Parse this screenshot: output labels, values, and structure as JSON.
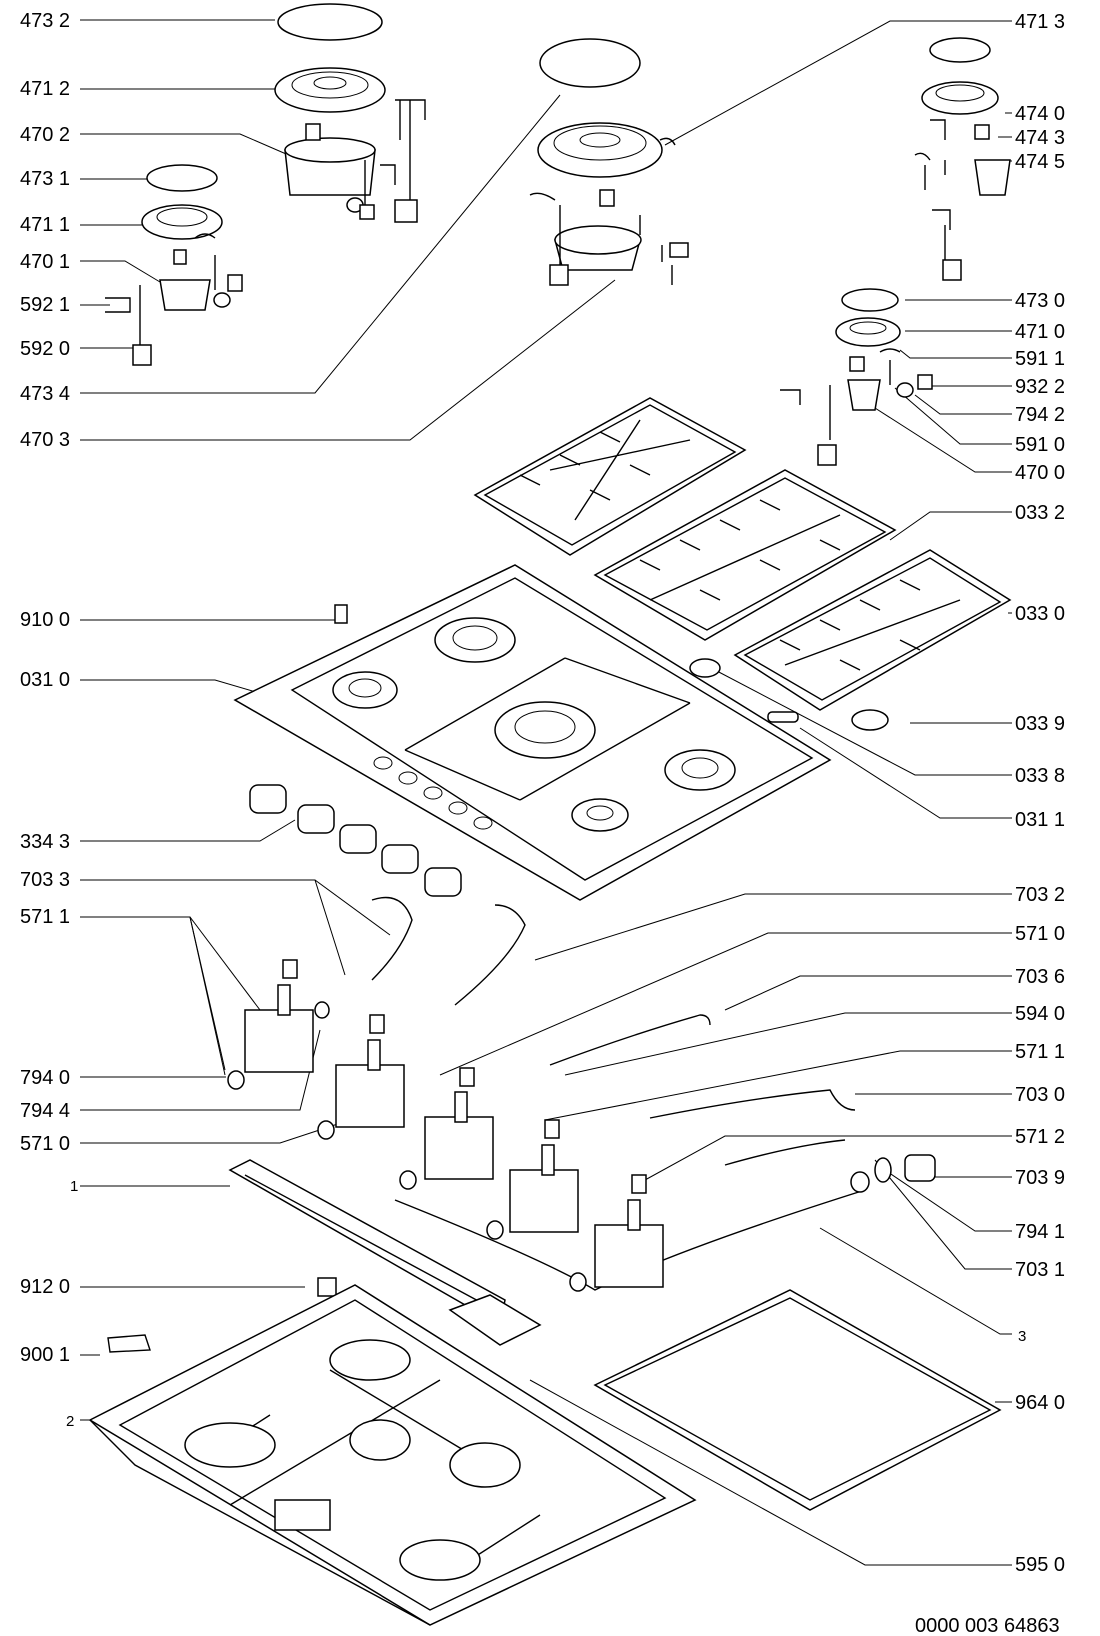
{
  "callouts_left": [
    "473 2",
    "471 2",
    "470 2",
    "473 1",
    "471 1",
    "470 1",
    "592 1",
    "592 0",
    "473 4",
    "470 3",
    "910 0",
    "031 0",
    "334 3",
    "703 3",
    "571 1",
    "794 0",
    "794 4",
    "571 0",
    "1",
    "912 0",
    "900 1",
    "2"
  ],
  "callouts_right": [
    "471 3",
    "474 0",
    "474 3",
    "474 5",
    "473 0",
    "471 0",
    "591 1",
    "932 2",
    "794 2",
    "591 0",
    "470 0",
    "033 2",
    "033 0",
    "033 9",
    "033 8",
    "031 1",
    "703 2",
    "571 0",
    "703 6",
    "594 0",
    "571 1",
    "703 0",
    "571 2",
    "703 9",
    "794 1",
    "703 1",
    "3",
    "964 0",
    "595 0"
  ],
  "footer": {
    "diagram_code": "0000 003 64863"
  }
}
